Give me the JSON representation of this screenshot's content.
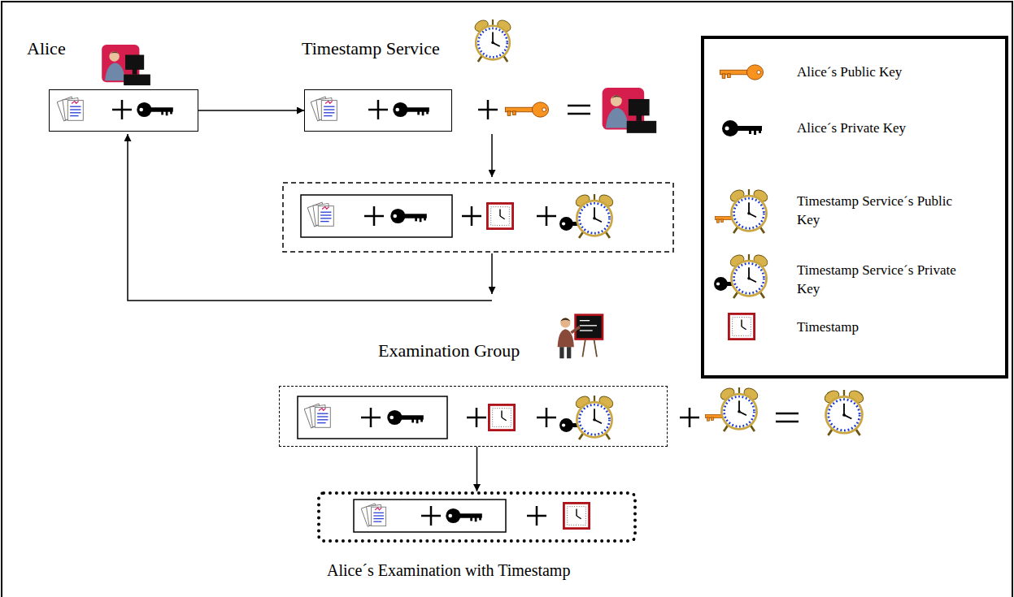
{
  "diagram": {
    "nodes": [
      {
        "text": [
          "Alice"
        ]
      },
      {
        "text": [
          "Timestamp Service"
        ]
      },
      {
        "text": [
          "Examination Group"
        ]
      },
      {
        "text": [
          "Alice´s Examination with Timestamp"
        ]
      }
    ],
    "edges": [
      {
        "from": 0,
        "to": 1,
        "arrow": "to"
      },
      {
        "from": 2,
        "to": 3,
        "arrow": "to"
      }
    ],
    "legend": [
      {
        "text": "Alice´s Public Key"
      },
      {
        "text": "Alice´s Private Key"
      },
      {
        "text": "Timestamp Service´s Public Key"
      },
      {
        "text": "Timestamp Service´s Private Key"
      },
      {
        "text": "Timestamp"
      }
    ]
  }
}
